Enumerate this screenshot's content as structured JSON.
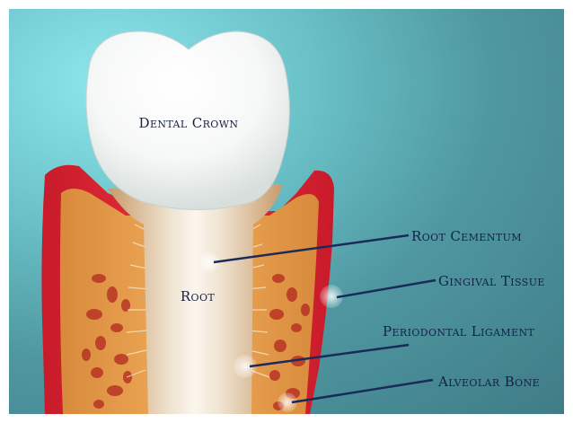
{
  "labels": {
    "crown": "Dental Crown",
    "root": "Root",
    "root_cementum": "Root Cementum",
    "gingival_tissue": "Gingival Tissue",
    "periodontal_ligament": "Periodontal Ligament",
    "alveolar_bone": "Alveolar Bone"
  }
}
